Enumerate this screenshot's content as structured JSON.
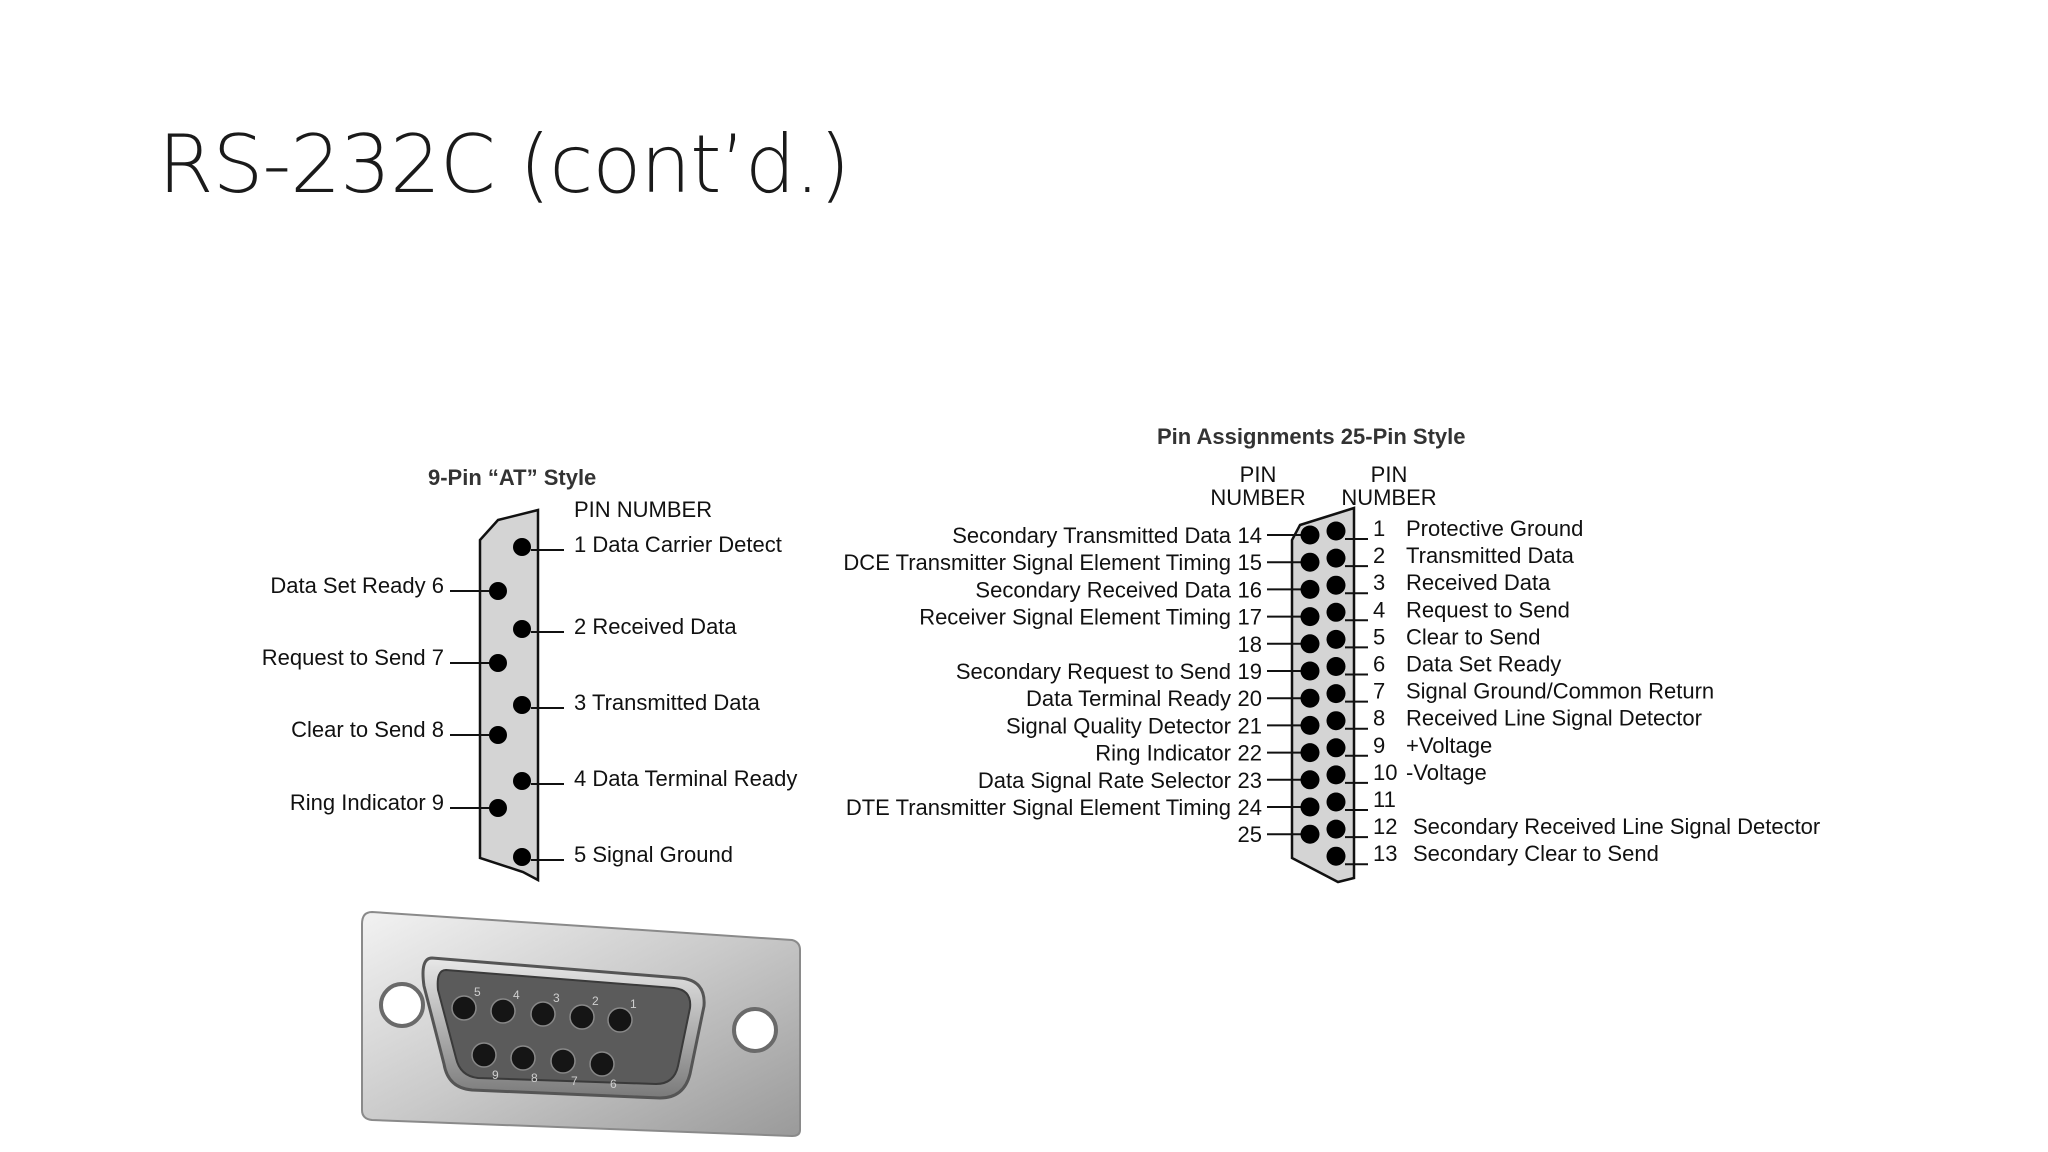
{
  "slide": {
    "title": "RS-232C (cont’d.)"
  },
  "nine_pin": {
    "title": "9-Pin “AT” Style",
    "pin_number_header": "PIN NUMBER",
    "right_labels": [
      "1 Data Carrier Detect",
      "2 Received Data",
      "3 Transmitted Data",
      "4 Data Terminal Ready",
      "5 Signal Ground"
    ],
    "left_labels": [
      "Data Set Ready 6",
      "Request to Send 7",
      "Clear to Send 8",
      "Ring Indicator 9"
    ]
  },
  "connector_photo": {
    "top_row_numbers": [
      "5",
      "4",
      "3",
      "2",
      "1"
    ],
    "bottom_row_numbers": [
      "9",
      "8",
      "7",
      "6"
    ]
  },
  "twentyfive_pin": {
    "title": "Pin Assignments  25-Pin Style",
    "left_header": [
      "PIN",
      "NUMBER"
    ],
    "right_header": [
      "PIN",
      "NUMBER"
    ],
    "left_pins": [
      {
        "label": "Secondary Transmitted Data",
        "num": "14"
      },
      {
        "label": "DCE Transmitter Signal Element Timing",
        "num": "15"
      },
      {
        "label": "Secondary Received Data",
        "num": "16"
      },
      {
        "label": "Receiver Signal Element Timing",
        "num": "17"
      },
      {
        "label": "",
        "num": "18"
      },
      {
        "label": "Secondary Request to Send",
        "num": "19"
      },
      {
        "label": "Data Terminal Ready",
        "num": "20"
      },
      {
        "label": "Signal Quality Detector",
        "num": "21"
      },
      {
        "label": "Ring Indicator",
        "num": "22"
      },
      {
        "label": "Data Signal Rate Selector",
        "num": "23"
      },
      {
        "label": "DTE Transmitter Signal Element Timing",
        "num": "24"
      },
      {
        "label": "",
        "num": "25"
      }
    ],
    "right_pins": [
      {
        "num": "1",
        "label": "Protective Ground"
      },
      {
        "num": "2",
        "label": "Transmitted Data"
      },
      {
        "num": "3",
        "label": "Received Data"
      },
      {
        "num": "4",
        "label": "Request to Send"
      },
      {
        "num": "5",
        "label": "Clear to Send"
      },
      {
        "num": "6",
        "label": "Data Set Ready"
      },
      {
        "num": "7",
        "label": "Signal Ground/Common Return"
      },
      {
        "num": "8",
        "label": "Received Line Signal Detector"
      },
      {
        "num": "9",
        "label": "+Voltage"
      },
      {
        "num": "10",
        "label": "-Voltage"
      },
      {
        "num": "11",
        "label": ""
      },
      {
        "num": "12",
        "label": "Secondary Received Line Signal Detector"
      },
      {
        "num": "13",
        "label": "Secondary Clear to Send"
      }
    ]
  }
}
